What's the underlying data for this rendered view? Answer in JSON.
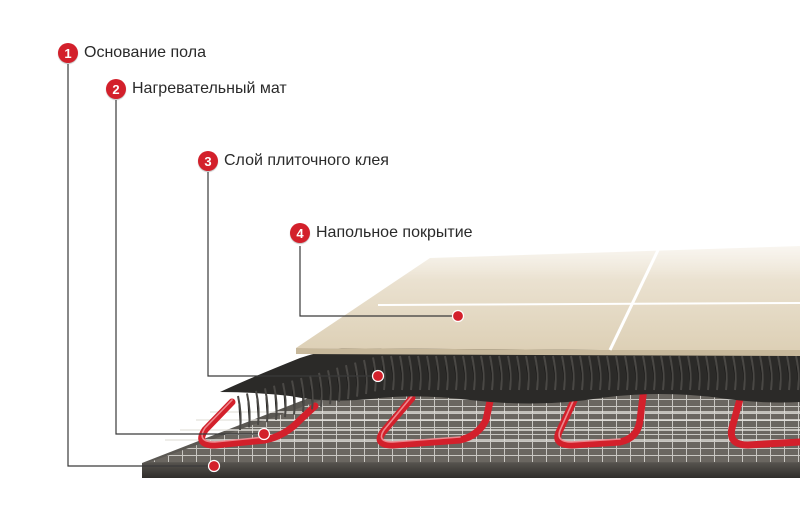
{
  "accent_color": "#d3202b",
  "layers": [
    {
      "number": "1",
      "label": "Основание пола"
    },
    {
      "number": "2",
      "label": "Нагревательный мат"
    },
    {
      "number": "3",
      "label": "Слой плиточного клея"
    },
    {
      "number": "4",
      "label": "Напольное покрытие"
    }
  ]
}
